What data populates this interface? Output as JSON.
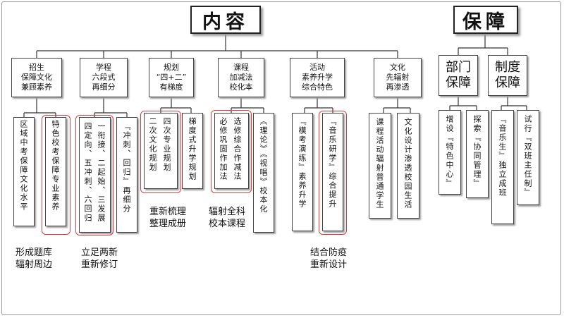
{
  "left_title": "内容",
  "right_title": "保障",
  "categories": [
    {
      "lines": [
        "招生",
        "保障文化",
        "兼顾素养"
      ]
    },
    {
      "lines": [
        "学程",
        "六段式",
        "再细分"
      ]
    },
    {
      "lines": [
        "规划",
        "“四+二”",
        "有梯度"
      ]
    },
    {
      "lines": [
        "课程",
        "加减法",
        "校化本"
      ]
    },
    {
      "lines": [
        "活动",
        "素养升学",
        "综合特色"
      ]
    },
    {
      "lines": [
        "文化",
        "先辐射",
        "再渗透"
      ]
    }
  ],
  "guarantees": [
    {
      "lines": [
        "部门",
        "保障"
      ]
    },
    {
      "lines": [
        "制度",
        "保障"
      ]
    }
  ],
  "columns": {
    "c1a": "区域中考保障文化水平",
    "c1b": "特色校考保障专业素养",
    "c2a1": "四定向、五冲刺、六回归",
    "c2a2": "一衔接、二起始、三发展",
    "c2b": "『冲刺、回归』再细分",
    "c3a1": "二次文化规划",
    "c3a2": "四次专业规划",
    "c3b": "梯度式升学规划",
    "c4a1": "必修巩固作加法",
    "c4a2": "选修综合作减法",
    "c4b": "《理论》《视唱》校本化",
    "c5a": "『模考演练』素养升学",
    "c5b": "『音乐研学』综合提升",
    "c6a": "课程活动辐射普通学生",
    "c6b": "文化设计渗透校园生活",
    "c7a": "增设『特色中心』",
    "c7b": "探索『协同管理』",
    "c8a": "『音乐生』独立成班",
    "c8b": "试行『双班主任制』"
  },
  "notes": {
    "n1": [
      "形成题库",
      "辐射周边"
    ],
    "n2": [
      "立足两新",
      "重新修订"
    ],
    "n3": [
      "重新梳理",
      "整理成册"
    ],
    "n4": [
      "辐射全科",
      "校本课程"
    ],
    "n5": [
      "结合防疫",
      "重新设计"
    ]
  }
}
